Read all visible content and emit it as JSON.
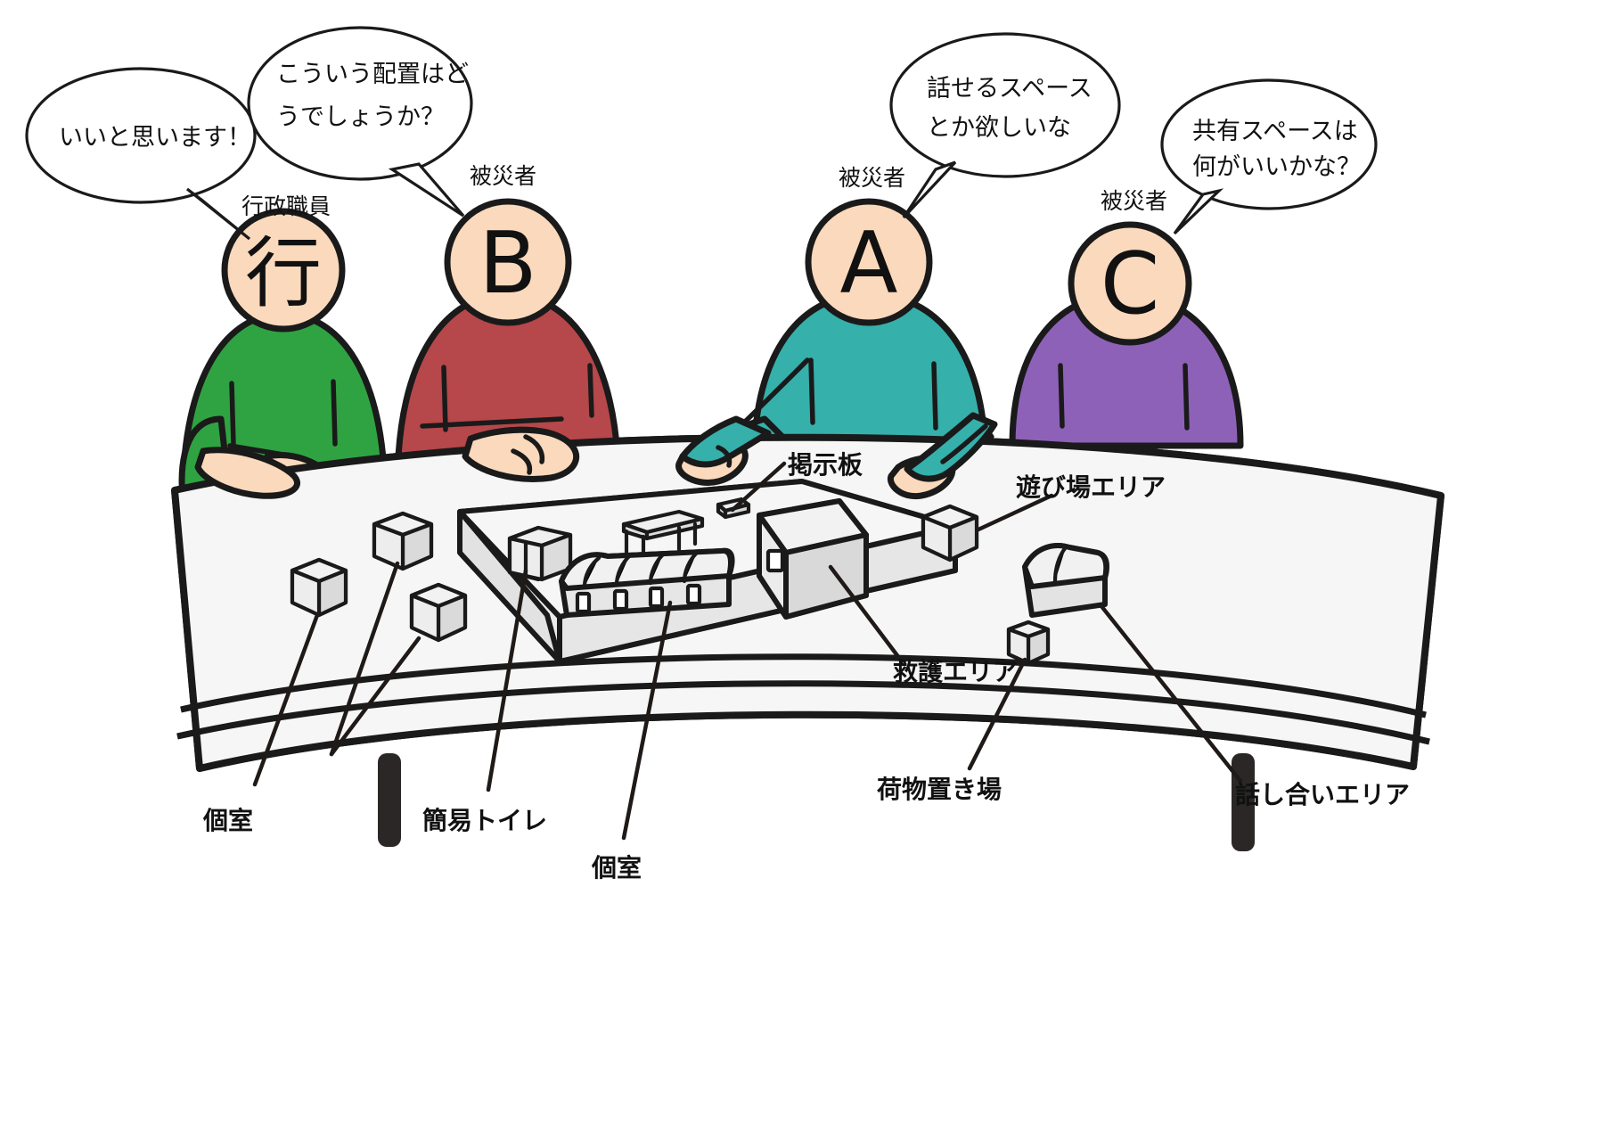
{
  "scene": {
    "title": "避難所レイアウト検討の話し合い",
    "background_color": "#ffffff"
  },
  "speech_bubbles": [
    {
      "id": "bubble-admin",
      "speaker": "行政職員",
      "lines": [
        "いいと思います！"
      ]
    },
    {
      "id": "bubble-b",
      "speaker": "被災者B",
      "lines": [
        "こういう配置はど",
        "うでしょうか？"
      ]
    },
    {
      "id": "bubble-a",
      "speaker": "被災者A",
      "lines": [
        "話せるスペース",
        "とか欲しいな"
      ]
    },
    {
      "id": "bubble-c",
      "speaker": "被災者C",
      "lines": [
        "共有スペースは",
        "何がいいかな？"
      ]
    }
  ],
  "people": [
    {
      "id": "person-admin",
      "role_label": "行政職員",
      "head_mark": "行",
      "shirt_color": "#2fa342",
      "skin_color": "#fad9bc"
    },
    {
      "id": "person-b",
      "role_label": "被災者",
      "head_mark": "B",
      "shirt_color": "#b6474a",
      "skin_color": "#fad9bc"
    },
    {
      "id": "person-a",
      "role_label": "被災者",
      "head_mark": "A",
      "shirt_color": "#35b0ab",
      "skin_color": "#fad9bc"
    },
    {
      "id": "person-c",
      "role_label": "被災者",
      "head_mark": "C",
      "shirt_color": "#8e61b8",
      "skin_color": "#fad9bc"
    }
  ],
  "model_labels": [
    {
      "id": "label-notice-board",
      "text": "掲示板"
    },
    {
      "id": "label-playground",
      "text": "遊び場エリア"
    },
    {
      "id": "label-relief-area",
      "text": "救護エリア"
    },
    {
      "id": "label-luggage",
      "text": "荷物置き場"
    },
    {
      "id": "label-discussion",
      "text": "話し合いエリア"
    },
    {
      "id": "label-private-room-1",
      "text": "個室"
    },
    {
      "id": "label-portable-toilet",
      "text": "簡易トイレ"
    },
    {
      "id": "label-private-room-2",
      "text": "個室"
    }
  ],
  "colors": {
    "ink": "#1a1a1a",
    "table_top": "#f4f4f4",
    "model_board": "#f2f2f2",
    "model_block": "#e3e3e3",
    "skin": "#fad9bc",
    "green": "#2fa342",
    "red": "#b6474a",
    "teal": "#35b0ab",
    "purple": "#8e61b8"
  }
}
